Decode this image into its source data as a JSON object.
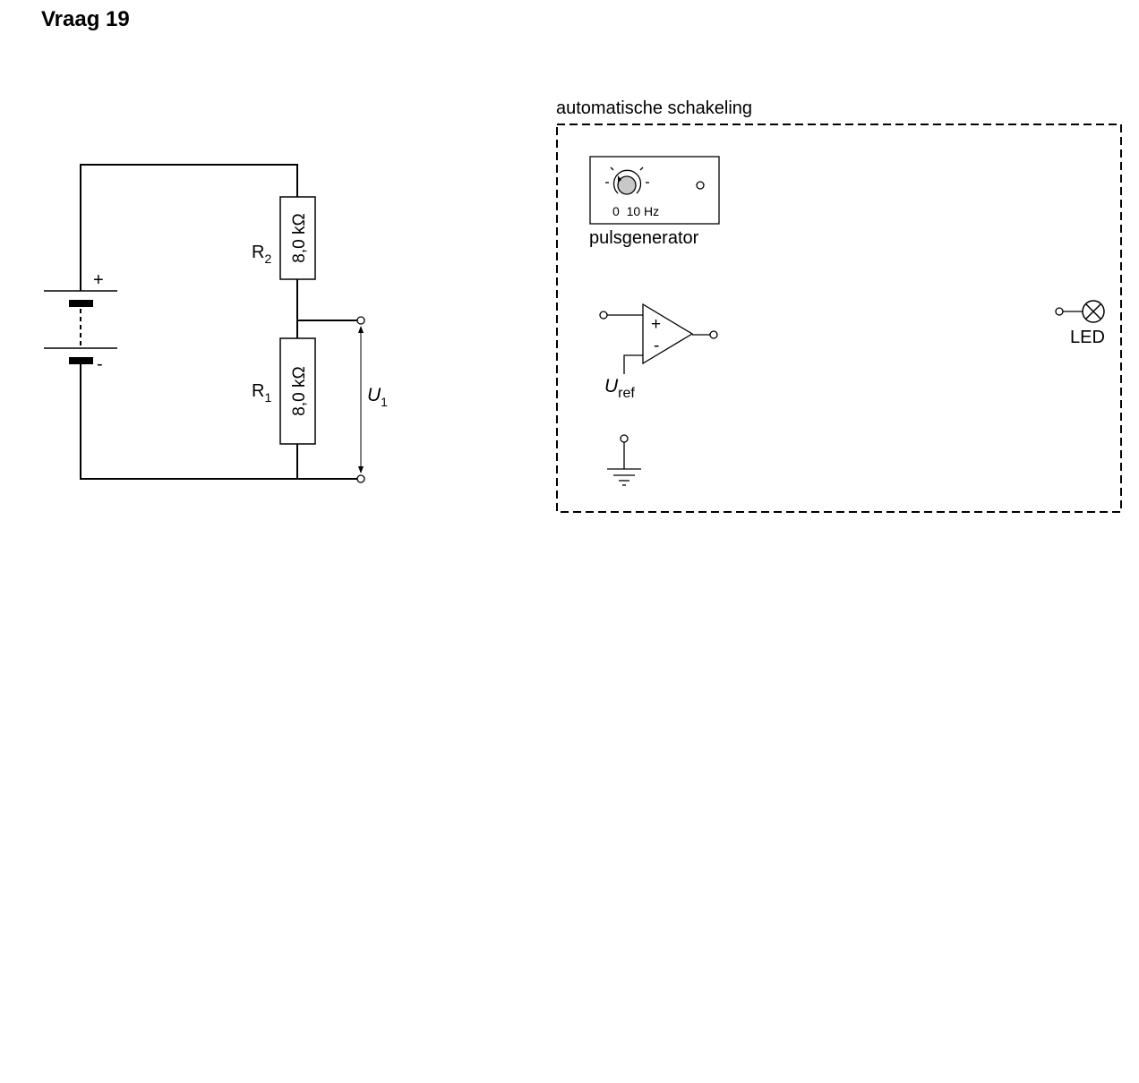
{
  "title": "Vraag 19",
  "circuit": {
    "battery_plus": "+",
    "battery_minus": "-",
    "r2": {
      "name": "R",
      "sub": "2",
      "value": "8,0 kΩ"
    },
    "r1": {
      "name": "R",
      "sub": "1",
      "value": "8,0 kΩ"
    },
    "u1": {
      "name": "U",
      "sub": "1"
    }
  },
  "auto_box": {
    "label": "automatische schakeling",
    "pulse_generator": {
      "dial_label": "0  10 Hz",
      "label": "pulsgenerator"
    },
    "comparator": {
      "plus": "+",
      "minus": "-",
      "uref_name": "U",
      "uref_sub": "ref"
    },
    "led_label": "LED"
  }
}
